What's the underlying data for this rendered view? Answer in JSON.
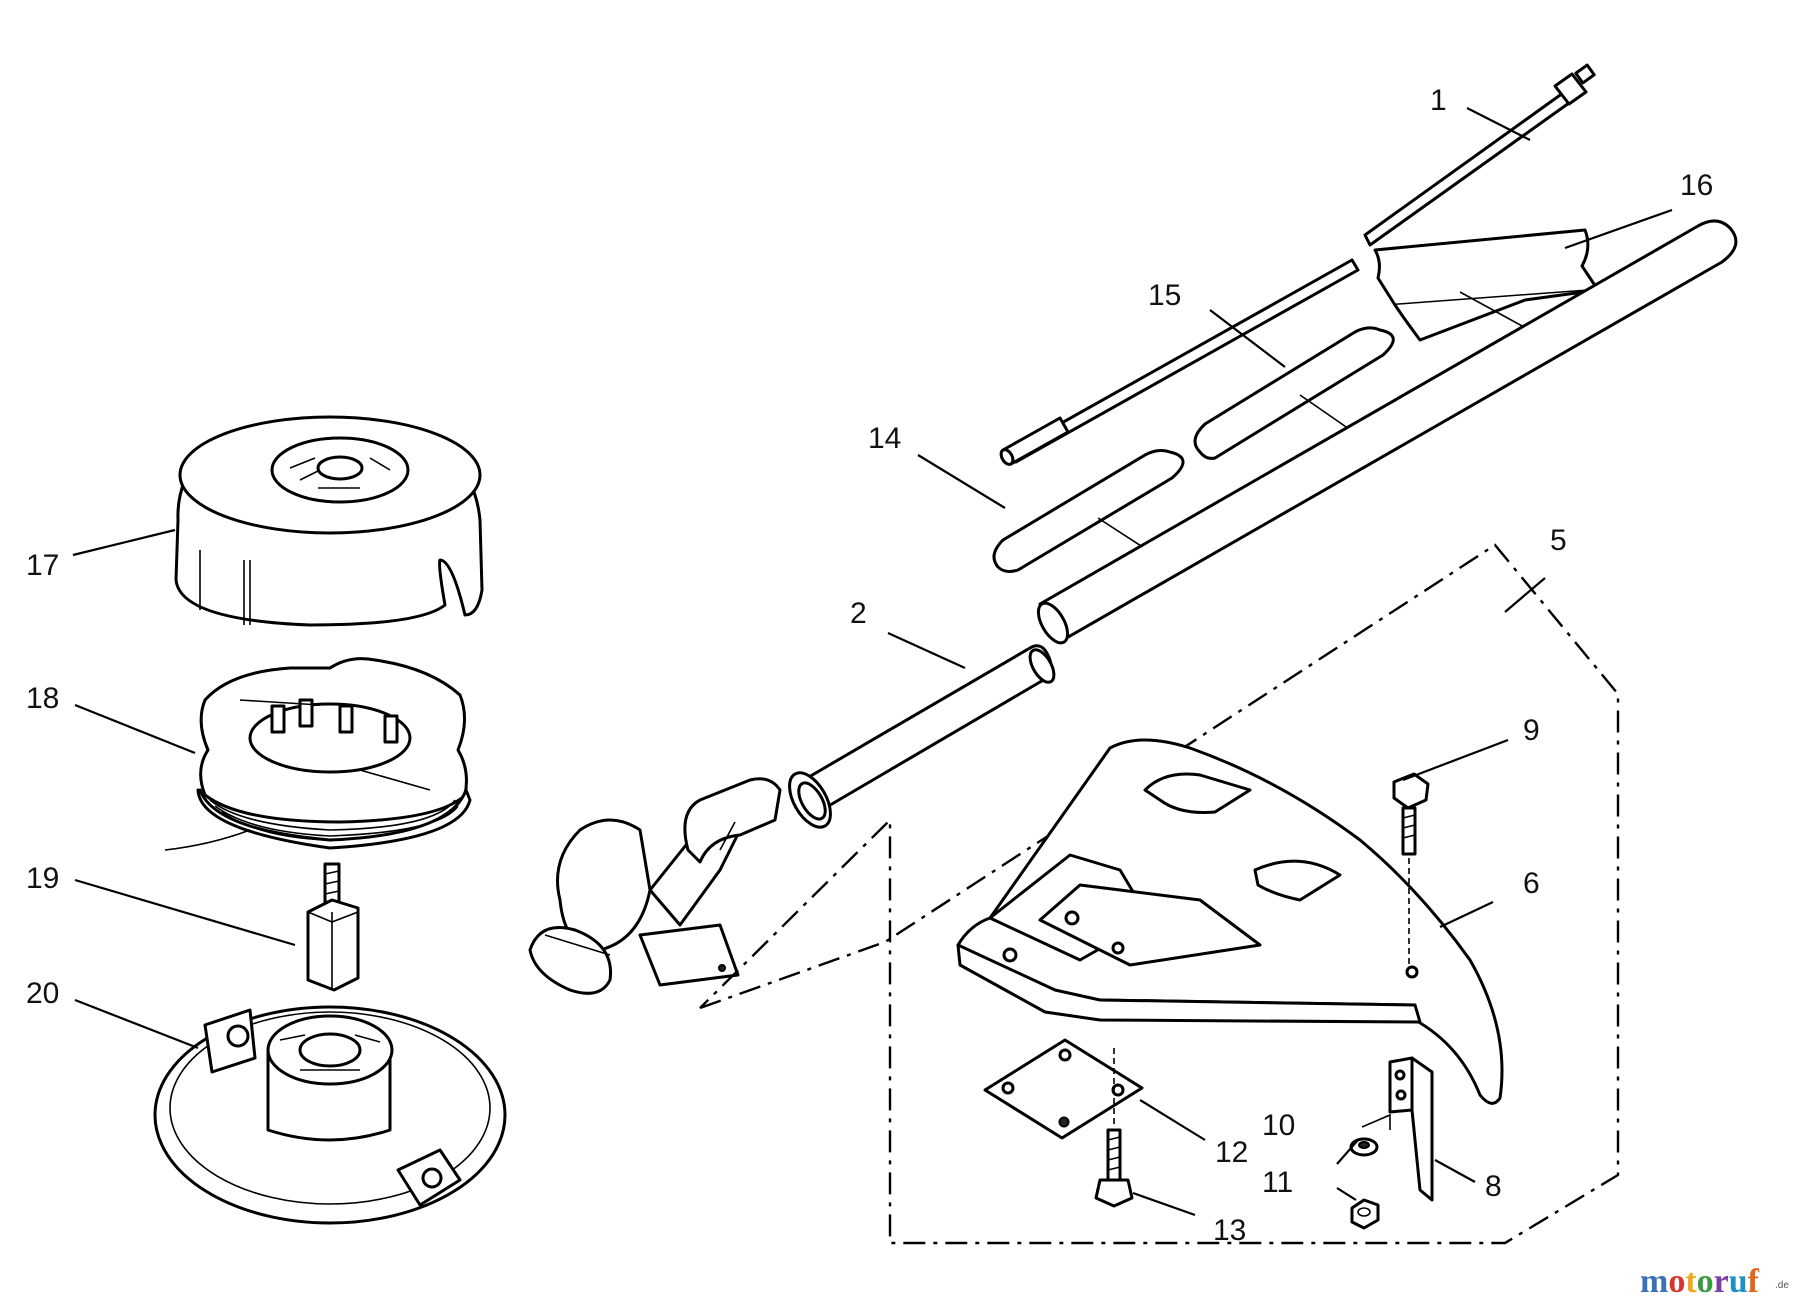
{
  "callouts": {
    "c1": "1",
    "c2": "2",
    "c5": "5",
    "c6": "6",
    "c8": "8",
    "c9": "9",
    "c10": "10",
    "c11": "11",
    "c12": "12",
    "c13": "13",
    "c14": "14",
    "c15": "15",
    "c16": "16",
    "c17": "17",
    "c18": "18",
    "c19": "19",
    "c20": "20"
  },
  "watermark": {
    "letters": [
      "m",
      "o",
      "t",
      "o",
      "r",
      "u",
      "f"
    ],
    "colors": [
      "#3b6fb6",
      "#d9342b",
      "#f0a81c",
      "#3a9a3e",
      "#7b3fa0",
      "#1f8fc8",
      "#e0651f"
    ],
    "suffix": ".de"
  }
}
